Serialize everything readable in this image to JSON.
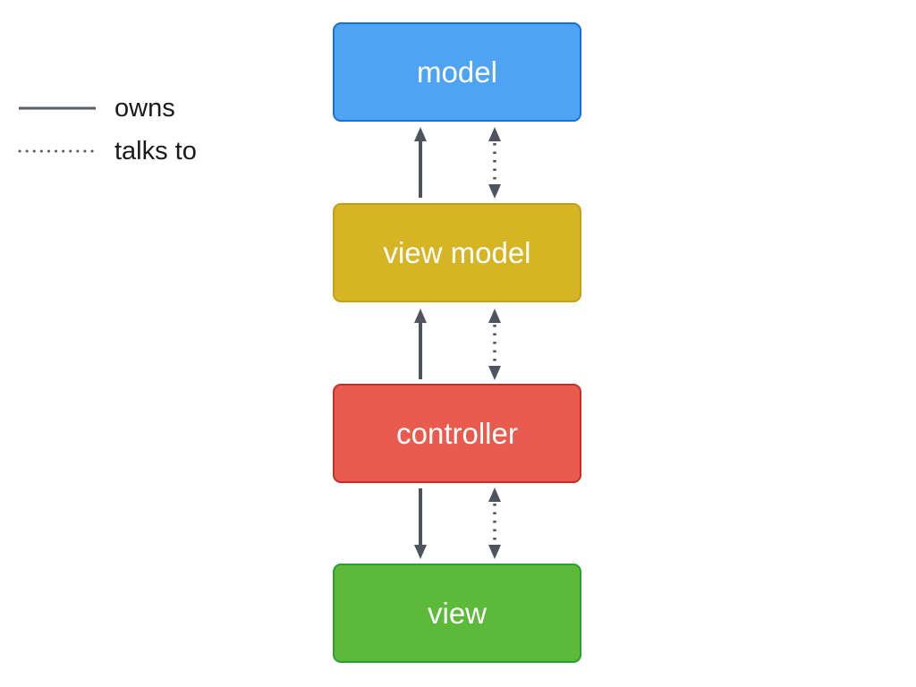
{
  "legend": {
    "items": [
      {
        "id": "owns",
        "line_style": "solid",
        "label": "owns"
      },
      {
        "id": "talks-to",
        "line_style": "dotted",
        "label": "talks to"
      }
    ]
  },
  "nodes": [
    {
      "id": "model",
      "label": "model",
      "fill": "#4FA3F3",
      "border": "#1C70D2"
    },
    {
      "id": "view-model",
      "label": "view model",
      "fill": "#D6B525",
      "border": "#C5A018"
    },
    {
      "id": "controller",
      "label": "controller",
      "fill": "#E85B4E",
      "border": "#C33126"
    },
    {
      "id": "view",
      "label": "view",
      "fill": "#5CB93A",
      "border": "#2AA030"
    }
  ],
  "relationships": [
    {
      "from": "view model",
      "to": "model",
      "type": "owns",
      "direction": "up"
    },
    {
      "from": "view model",
      "to": "model",
      "type": "talks to",
      "direction": "both"
    },
    {
      "from": "controller",
      "to": "view model",
      "type": "owns",
      "direction": "up"
    },
    {
      "from": "controller",
      "to": "view model",
      "type": "talks to",
      "direction": "both"
    },
    {
      "from": "controller",
      "to": "view",
      "type": "owns",
      "direction": "down"
    },
    {
      "from": "controller",
      "to": "view",
      "type": "talks to",
      "direction": "both"
    }
  ],
  "colors": {
    "arrow": "#4E545E",
    "legend_line": "#565D66",
    "legend_text": "#1A1A1A",
    "node_text": "#FFFFFF",
    "background": "#FFFFFF"
  }
}
